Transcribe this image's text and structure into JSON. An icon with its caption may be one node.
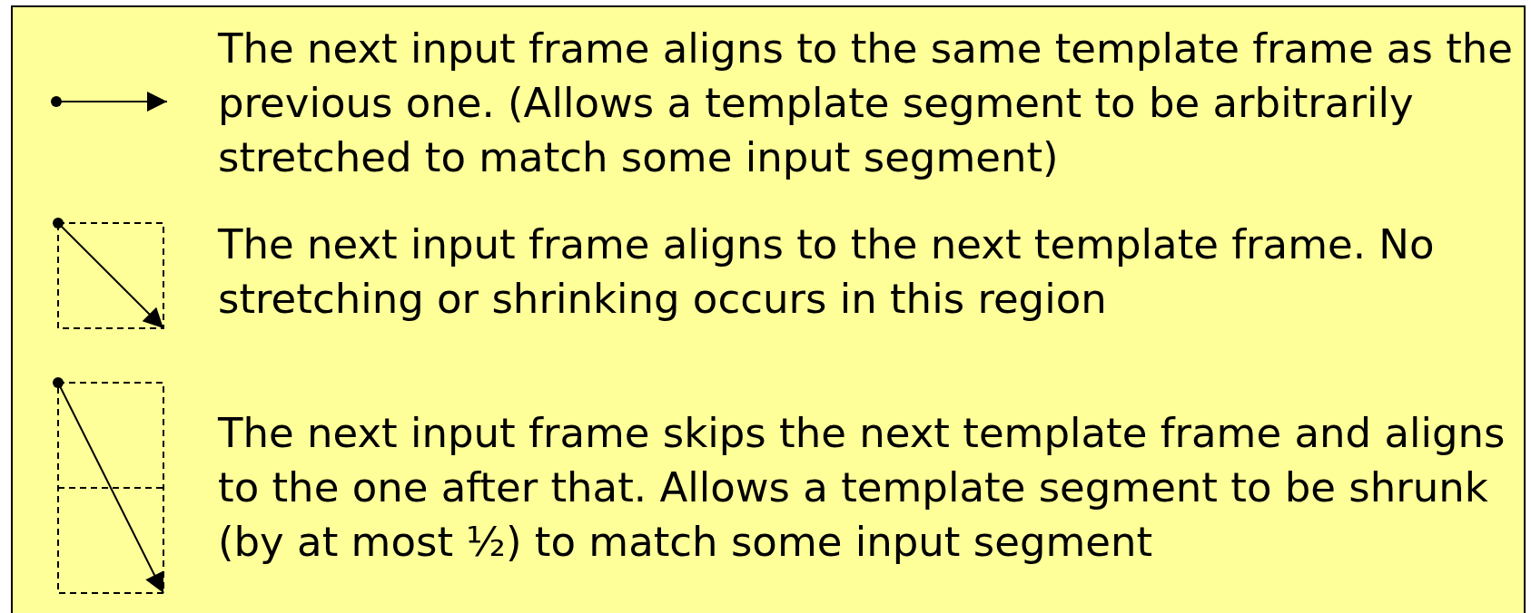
{
  "diagram": {
    "legend": [
      {
        "text": "The next input frame aligns to the same template frame as the previous one. (Allows a template segment to be arbitrarily stretched to match some input segment)"
      },
      {
        "text": "The next input frame aligns to the next template frame. No stretching or shrinking occurs in this region"
      },
      {
        "text": "The next input frame skips the next template frame and aligns to the one after that. Allows a template segment to be shrunk (by at most ½) to match some input segment"
      }
    ]
  }
}
